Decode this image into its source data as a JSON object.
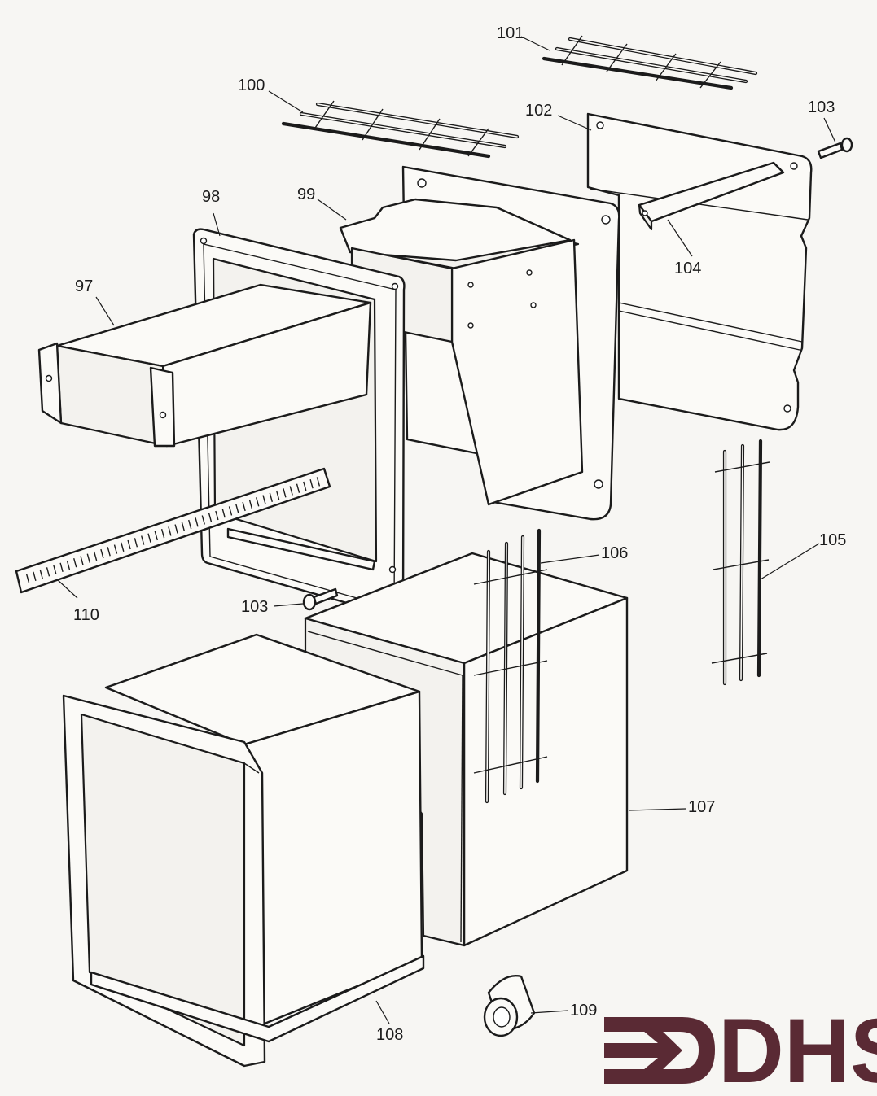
{
  "labels": {
    "p97": "97",
    "p98": "98",
    "p99": "99",
    "p100": "100",
    "p101": "101",
    "p102": "102",
    "p103_top": "103",
    "p103_bottom": "103",
    "p104": "104",
    "p105": "105",
    "p106": "106",
    "p107": "107",
    "p108": "108",
    "p109": "109",
    "p110": "110"
  },
  "logo": {
    "text": "DHS",
    "color": "#5a2a34"
  }
}
